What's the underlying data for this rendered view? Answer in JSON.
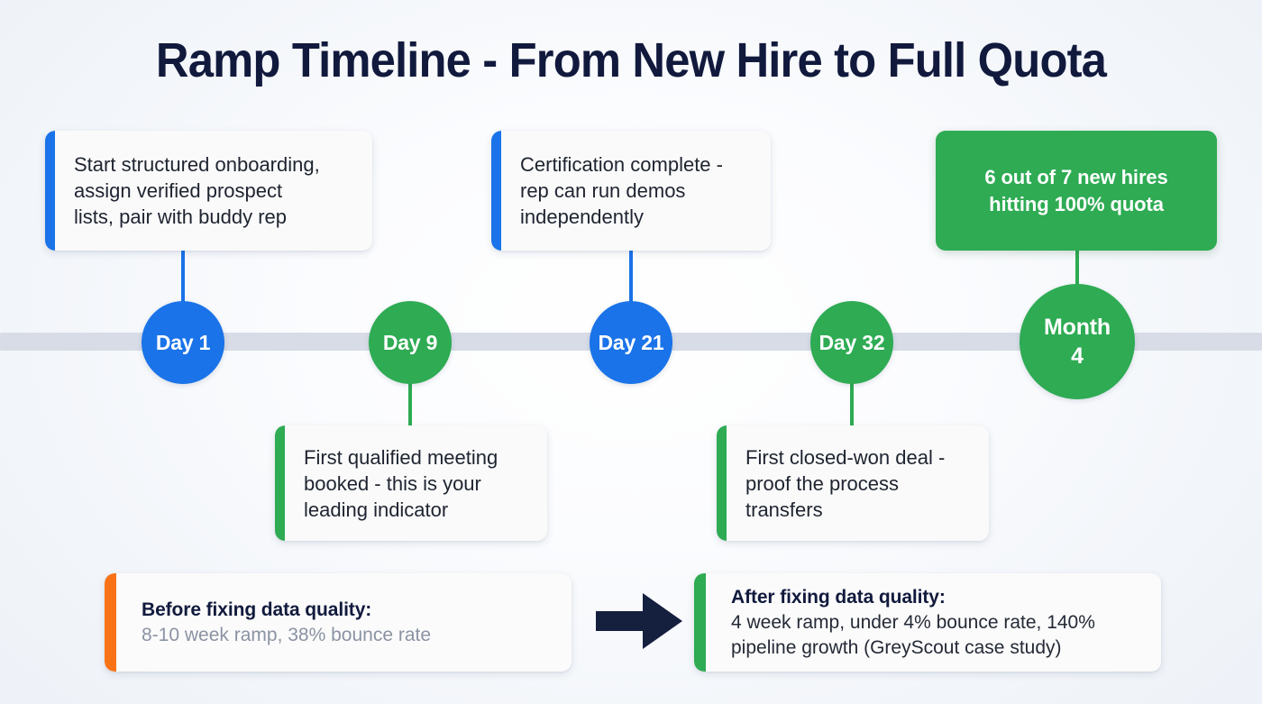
{
  "title": "Ramp Timeline - From New Hire to Full Quota",
  "colors": {
    "blue": "#1a73e8",
    "green": "#2eab53",
    "orange": "#f97316",
    "navy": "#111a3d",
    "band": "#d7dce7",
    "card_bg": "#fafafa",
    "muted_text": "#8b93a3"
  },
  "timeline": {
    "nodes": [
      {
        "label": "Day 1",
        "color_key": "blue",
        "size": 92
      },
      {
        "label": "Day 9",
        "color_key": "green",
        "size": 92
      },
      {
        "label": "Day 21",
        "color_key": "blue",
        "size": 92
      },
      {
        "label": "Day 32",
        "color_key": "green",
        "size": 92
      },
      {
        "label": "Month\n4",
        "color_key": "green",
        "size": 128
      }
    ]
  },
  "cards": {
    "above": [
      {
        "text": "Start structured onboarding,\nassign verified prospect\nlists, pair with buddy rep",
        "accent_key": "blue"
      },
      {
        "text": "Certification complete -\nrep can run demos\nindependently",
        "accent_key": "blue"
      }
    ],
    "below": [
      {
        "text": "First qualified meeting\nbooked - this is your\nleading indicator",
        "accent_key": "green"
      },
      {
        "text": "First closed-won deal -\nproof the process\ntransfers",
        "accent_key": "green"
      }
    ],
    "highlight": {
      "text": "6 out of 7 new hires\nhitting 100% quota"
    }
  },
  "comparison": {
    "before": {
      "heading": "Before fixing data quality:",
      "detail": "8-10 week ramp, 38% bounce rate",
      "accent_key": "orange"
    },
    "after": {
      "heading": "After fixing data quality:",
      "detail": "4 week ramp, under 4% bounce rate, 140%\npipeline growth (GreyScout case study)",
      "accent_key": "green"
    },
    "arrow_icon": "arrow-right-icon"
  }
}
